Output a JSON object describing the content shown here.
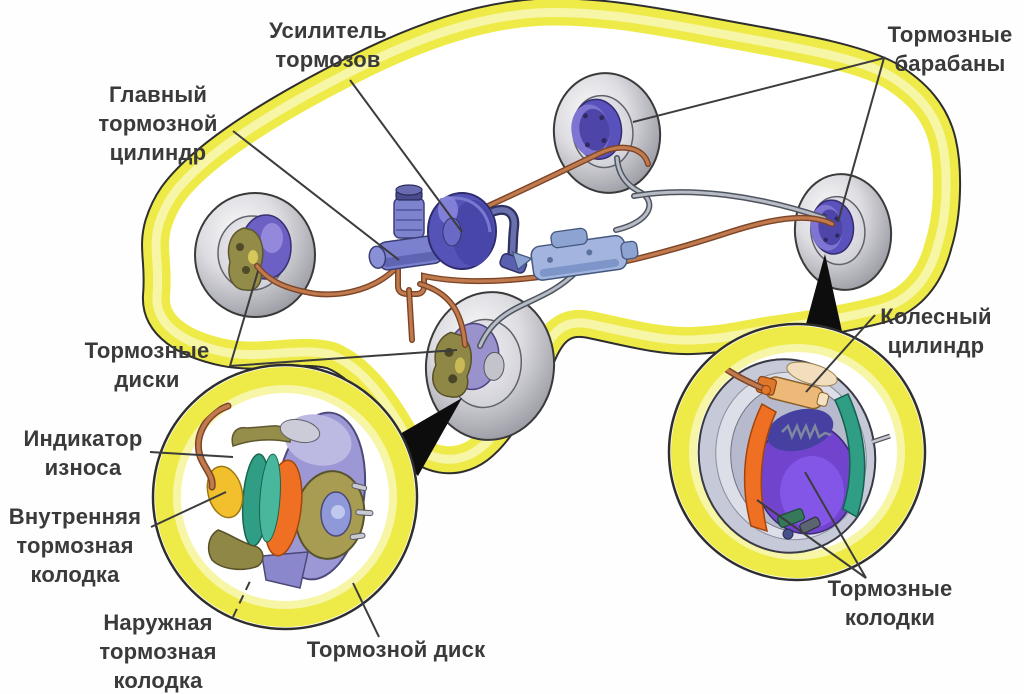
{
  "diagram_subject": "car-brake-system-schematic",
  "labels": {
    "brake_booster": "Усилитель\nтормозов",
    "master_cylinder": "Главный\nтормозной\nцилиндр",
    "brake_drums": "Тормозные\nбарабаны",
    "brake_discs": "Тормозные\nдиски",
    "wear_indicator": "Индикатор\nизноса",
    "inner_brake_pad": "Внутренняя\nтормозная\nколодка",
    "outer_brake_pad": "Наружная\nтормозная\nколодка",
    "brake_disc": "Тормозной диск",
    "wheel_cylinder": "Колесный\nцилиндр",
    "brake_shoes": "Тормозные\nколодки"
  },
  "colors": {
    "body_glow_yellow": "#eeeb48",
    "body_glow_soft": "#f7f5a6",
    "outline_dark": "#2e2e2e",
    "label_text": "#3a3a3a",
    "copper_pipe": "#c07a4e",
    "steel_pipe": "#b7bcc6",
    "component_blue": "#5553b8",
    "pad_orange": "#ef6f23",
    "pad_teal": "#2f9e85",
    "pad_yellow": "#f2c02c",
    "drum_purple": "#7243cc",
    "caliper_olive": "#8f8746",
    "tire_gray": "#c9c9cd"
  }
}
